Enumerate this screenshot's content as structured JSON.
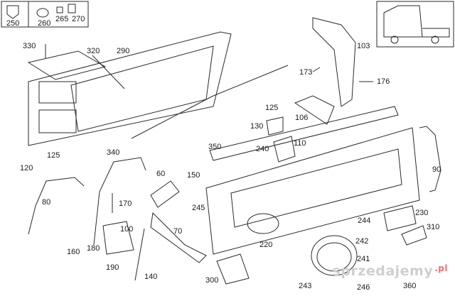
{
  "labels": {
    "p250": "250",
    "p260": "260",
    "p265": "265",
    "p270": "270",
    "p330": "330",
    "p320": "320",
    "p290": "290",
    "p103": "103",
    "p173": "173",
    "p176": "176",
    "p125a": "125",
    "p106": "106",
    "p130": "130",
    "p110": "110",
    "p240": "240",
    "p350": "350",
    "p125b": "125",
    "p120": "120",
    "p340": "340",
    "p60": "60",
    "p150": "150",
    "p245": "245",
    "p90": "90",
    "p80": "80",
    "p170": "170",
    "p100": "100",
    "p180": "180",
    "p160": "160",
    "p190": "190",
    "p70": "70",
    "p140": "140",
    "p220": "220",
    "p244": "244",
    "p230": "230",
    "p310": "310",
    "p242": "242",
    "p241": "241",
    "p300": "300",
    "p243": "243",
    "p246": "246",
    "p360": "360"
  },
  "watermark": {
    "text": "sprzedajemy",
    "suffix": ".pl"
  }
}
